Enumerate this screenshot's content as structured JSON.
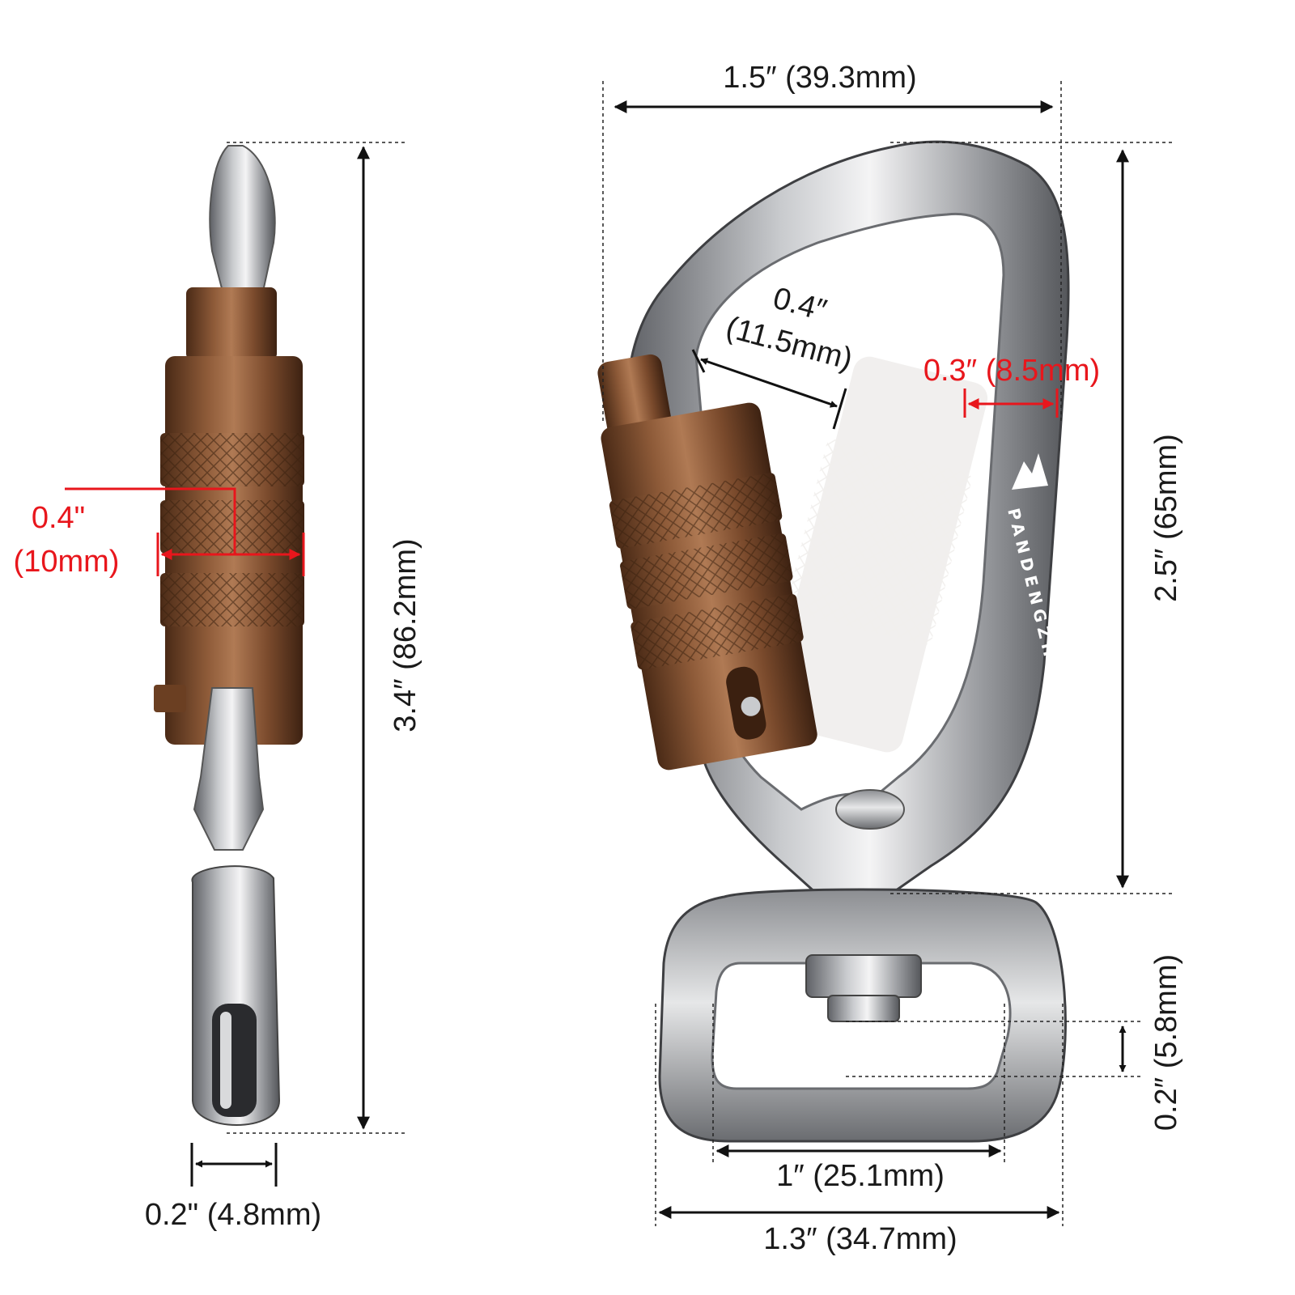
{
  "side_view": {
    "height_label": "3.4″ (86.2mm)",
    "sleeve_label_line1": "0.4\"",
    "sleeve_label_line2": "(10mm)",
    "thickness_label": "0.2\" (4.8mm)"
  },
  "front_view": {
    "width_label": "1.5″ (39.3mm)",
    "gate_opening_line1": "0.4″",
    "gate_opening_line2": "(11.5mm)",
    "spine_label": "0.3″ (8.5mm)",
    "body_height_label": "2.5″ (65mm)",
    "eye_thickness_label": "0.2″ (5.8mm)",
    "eye_inner_width_label": "1″ (25.1mm)",
    "eye_outer_width_label": "1.3″ (34.7mm)",
    "brand_text": "PANDENGZHE"
  },
  "colors": {
    "dimension_line": "#111111",
    "accent_red": "#e8161c",
    "sleeve_brown": "#7a4a2c",
    "steel_grey": "#9a9ca0"
  }
}
